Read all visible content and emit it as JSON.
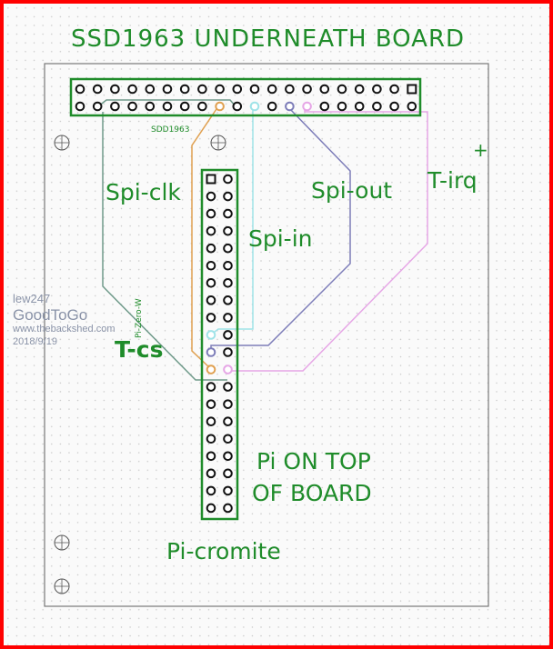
{
  "title": "SSD1963 UNDERNEATH BOARD",
  "labels": {
    "ssd_header": "SDD1963",
    "spi_clk": "Spi-clk",
    "spi_in": "Spi-in",
    "spi_out": "Spi-out",
    "t_irq": "T-irq",
    "plus": "+",
    "t_cs": "T-cs",
    "pi_zero": "Pi-Zero-W",
    "pi_on_top_1": "Pi ON TOP",
    "pi_on_top_2": "OF BOARD",
    "board_name": "Pi-cromite"
  },
  "watermark": {
    "line1": "GoodToGo",
    "line1b": "lew247",
    "line2": "www.thebackshed.com",
    "line3": "2018/9/19"
  },
  "colors": {
    "silk": "#1f8c2a",
    "spi_clk": "#e0a050",
    "spi_in": "#9fe3e8",
    "spi_out": "#7c7cb8",
    "t_irq": "#e6a6e6",
    "t_cs": "#6f9a8a",
    "frame": "#ff0000"
  }
}
